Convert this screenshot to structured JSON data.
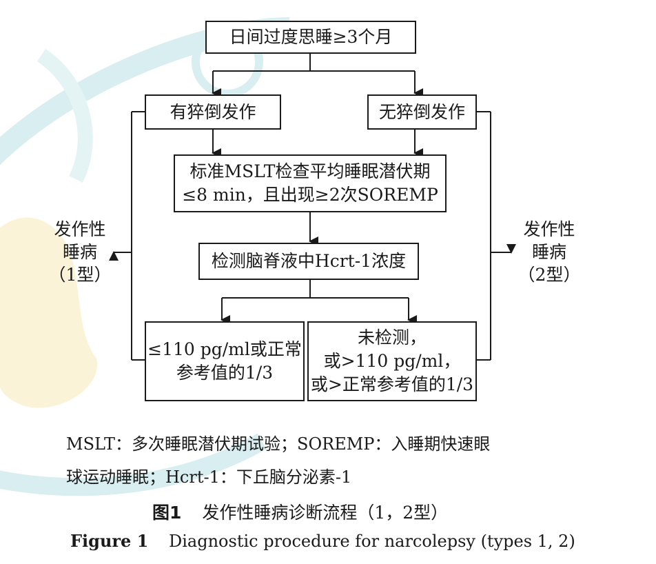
{
  "flowchart": {
    "top": "日间过度思睡≥3个月",
    "left_branch": "有猝倒发作",
    "right_branch": "无猝倒发作",
    "mslt": [
      "标准MSLT检查平均睡眠潜伏期",
      "≤8 min，且出现≥2次SOREMP"
    ],
    "hcrt": "检测脑脊液中Hcrt-1浓度",
    "low": [
      "≤110 pg/ml或正常",
      "参考值的1/3"
    ],
    "high": [
      "未检测，",
      "或>110 pg/ml，",
      "或>正常参考值的1/3"
    ],
    "type1": [
      "发作性",
      "睡病",
      "（1型）"
    ],
    "type2": [
      "发作性",
      "睡病",
      "（2型）"
    ]
  },
  "caption": {
    "abbrev_line1": "MSLT：多次睡眠潜伏期试验；SOREMP：入睡期快速眼",
    "abbrev_line2": "球运动睡眠；Hcrt-1：下丘脑分泌素-1",
    "fig_label_cn": "图1",
    "fig_title_cn": "发作性睡病诊断流程（1，2型）",
    "fig_label_en": "Figure 1",
    "fig_title_en": "Diagnostic procedure for narcolepsy (types 1, 2)"
  },
  "colors": {
    "ink": "#1a1a1a",
    "watermark": "#d8eef0",
    "watermark_yellow": "#fbf3d8"
  }
}
